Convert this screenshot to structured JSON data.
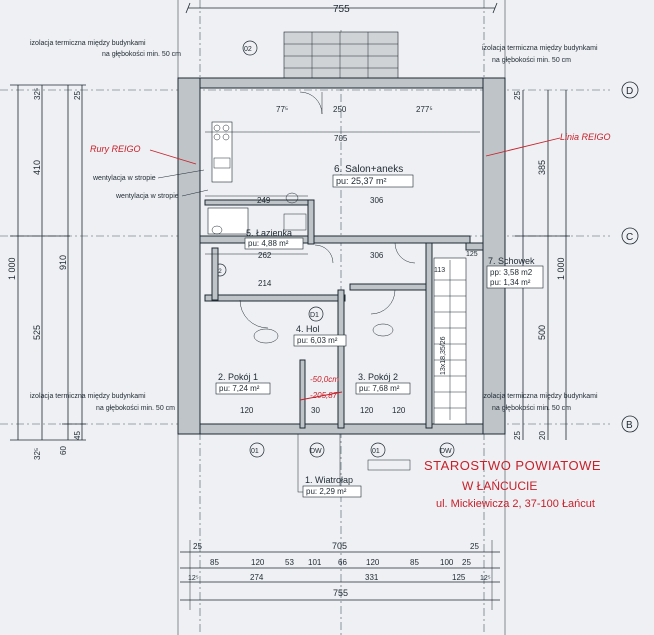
{
  "dims": {
    "top_total": "755",
    "bottom_total": "755",
    "bottom_row1": [
      "25",
      "705",
      "25"
    ],
    "bottom_row2": [
      "85",
      "120",
      "53",
      "101",
      "66",
      "120",
      "85",
      "100",
      "25"
    ],
    "bottom_row3": [
      "12⁵",
      "274",
      "331",
      "125",
      "12⁵"
    ],
    "left_outer": "1 000",
    "left_mid": [
      "410",
      "525",
      "910"
    ],
    "left_small": [
      "32⁵",
      "25",
      "45",
      "60",
      "32⁵"
    ],
    "right_outer": "1 000",
    "right_mid": [
      "385",
      "500"
    ],
    "right_small": [
      "25",
      "20",
      "25"
    ],
    "inner": [
      "705",
      "249",
      "306",
      "262",
      "214",
      "306",
      "250",
      "277⁵",
      "77⁵",
      "120",
      "120",
      "120",
      "30",
      "113",
      "125"
    ]
  },
  "axes": {
    "rows": [
      "D",
      "C",
      "B"
    ],
    "markers": [
      "02",
      "D1",
      "01",
      "DW",
      "01",
      "DW",
      "D1",
      "02"
    ]
  },
  "notes": {
    "insulation": "izolacja termiczna między budynkami",
    "depth": "na głębokości min. 50 cm",
    "vent": "wentylacja w stropie"
  },
  "rooms": {
    "salon_name": "6. Salon+aneks",
    "salon_area": "pu: 25,37 m²",
    "bath_name": "5. Łazienka",
    "bath_area": "pu: 4,88 m²",
    "hall_name": "4. Hol",
    "hall_area": "pu: 6,03 m²",
    "room1_name": "2. Pokój 1",
    "room1_area": "pu: 7,24 m²",
    "room2_name": "3. Pokój 2",
    "room2_area": "pu: 7,68 m²",
    "store_name": "7. Schowek",
    "store_pp": "pp: 3,58 m2",
    "store_pu": "pu: 1,34 m²",
    "vest_name": "1. Wiatrołap",
    "vest_area": "pu: 2,29 m²"
  },
  "handwritten": {
    "reigo_left": "Rury REIGO",
    "reigo_right": "Linia REIGO",
    "level1": "-50,0cm",
    "level2": "-205,87"
  },
  "stamp": {
    "line1": "STAROSTWO POWIATOWE",
    "line2": "W ŁAŃCUCIE",
    "line3": "ul. Mickiewicza 2, 37-100 Łańcut"
  },
  "stairs": "13x18,35/26",
  "colors": {
    "ink": "#1f2a33",
    "wall": "#bfc4c8",
    "paper": "#eef0f3",
    "stamp": "#c8202a"
  }
}
